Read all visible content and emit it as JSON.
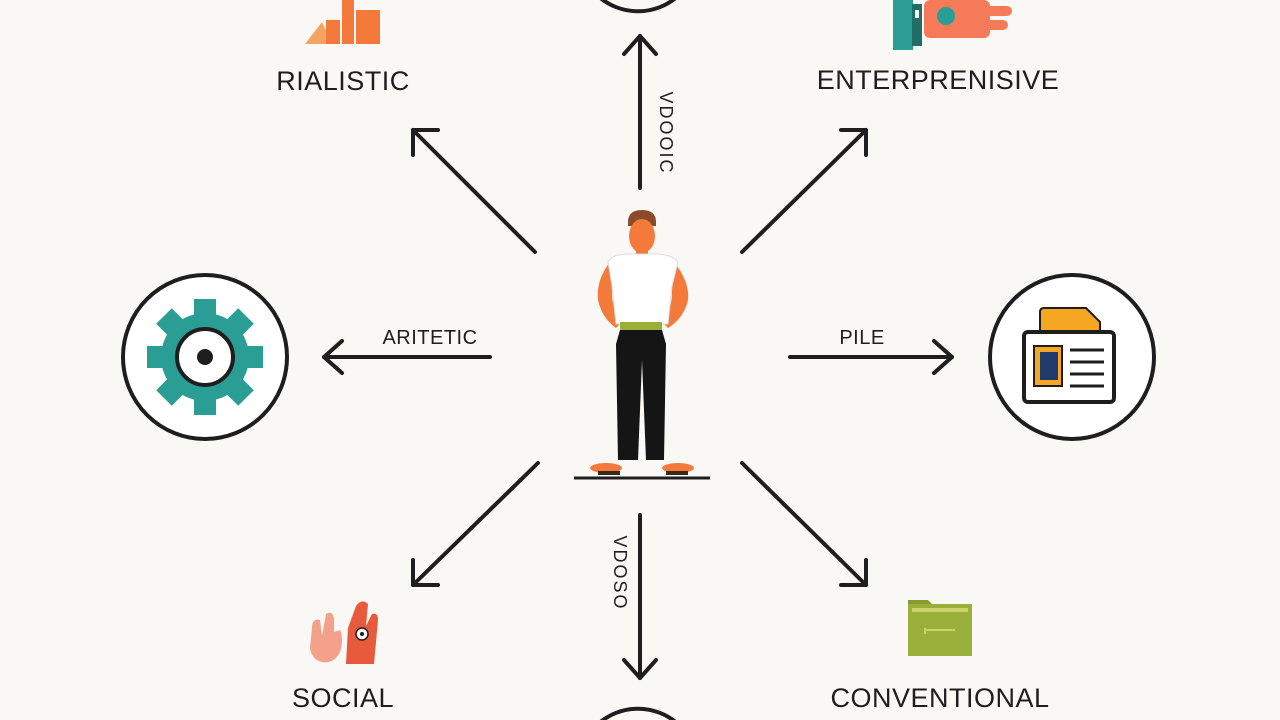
{
  "labels": {
    "top_left": "RIALISTIC",
    "top_right": "ENTERPRENISIVE",
    "top_center": "VDOOIC",
    "left": "ARITETIC",
    "right": "PILE",
    "bottom_center": "VDOSO",
    "bottom_left": "SOCIAL",
    "bottom_right": "CONVENTIONAL"
  },
  "colors": {
    "background": "#faf8f4",
    "arrow": "#1e1e1e",
    "teal": "#2a9d94",
    "orange": "#f47a3c",
    "peach": "#f4a460",
    "olive": "#9aae3a",
    "navy": "#1f3a6b"
  },
  "icons": {
    "top_left": "bar-chart-icon",
    "top_right": "handshake-icon",
    "left": "gear-icon",
    "right": "document-icon",
    "bottom_left": "hands-icon",
    "bottom_right": "folder-icon",
    "center": "person-figure"
  }
}
